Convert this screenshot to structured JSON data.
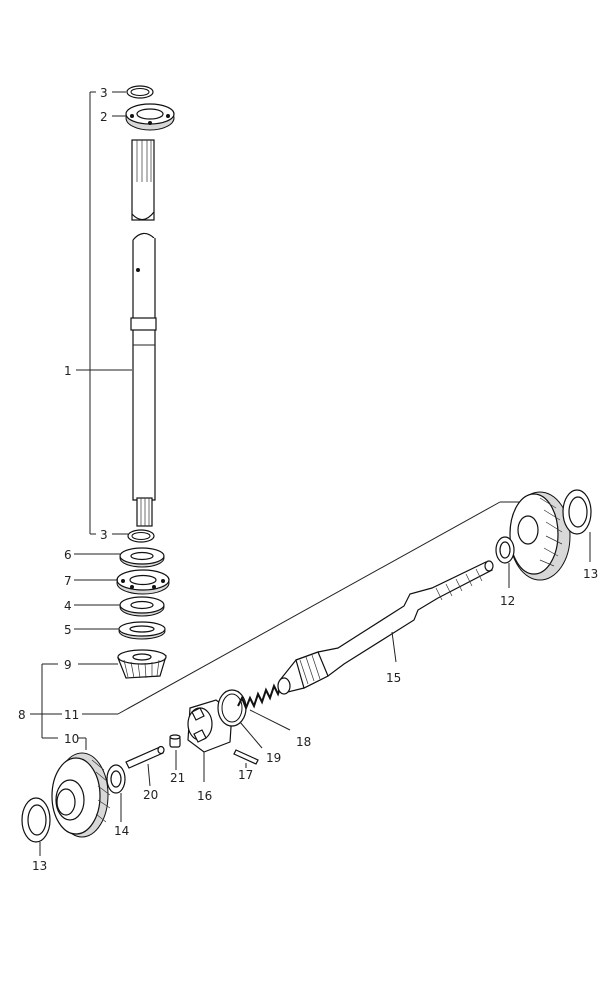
{
  "callouts": {
    "c1": "1",
    "c2": "2",
    "c3a": "3",
    "c3b": "3",
    "c4": "4",
    "c5": "5",
    "c6": "6",
    "c7": "7",
    "c8": "8",
    "c9": "9",
    "c10": "10",
    "c11": "11",
    "c12": "12",
    "c13a": "13",
    "c13b": "13",
    "c14": "14",
    "c15": "15",
    "c16": "16",
    "c17": "17",
    "c18": "18",
    "c19": "19",
    "c20": "20",
    "c21": "21"
  }
}
